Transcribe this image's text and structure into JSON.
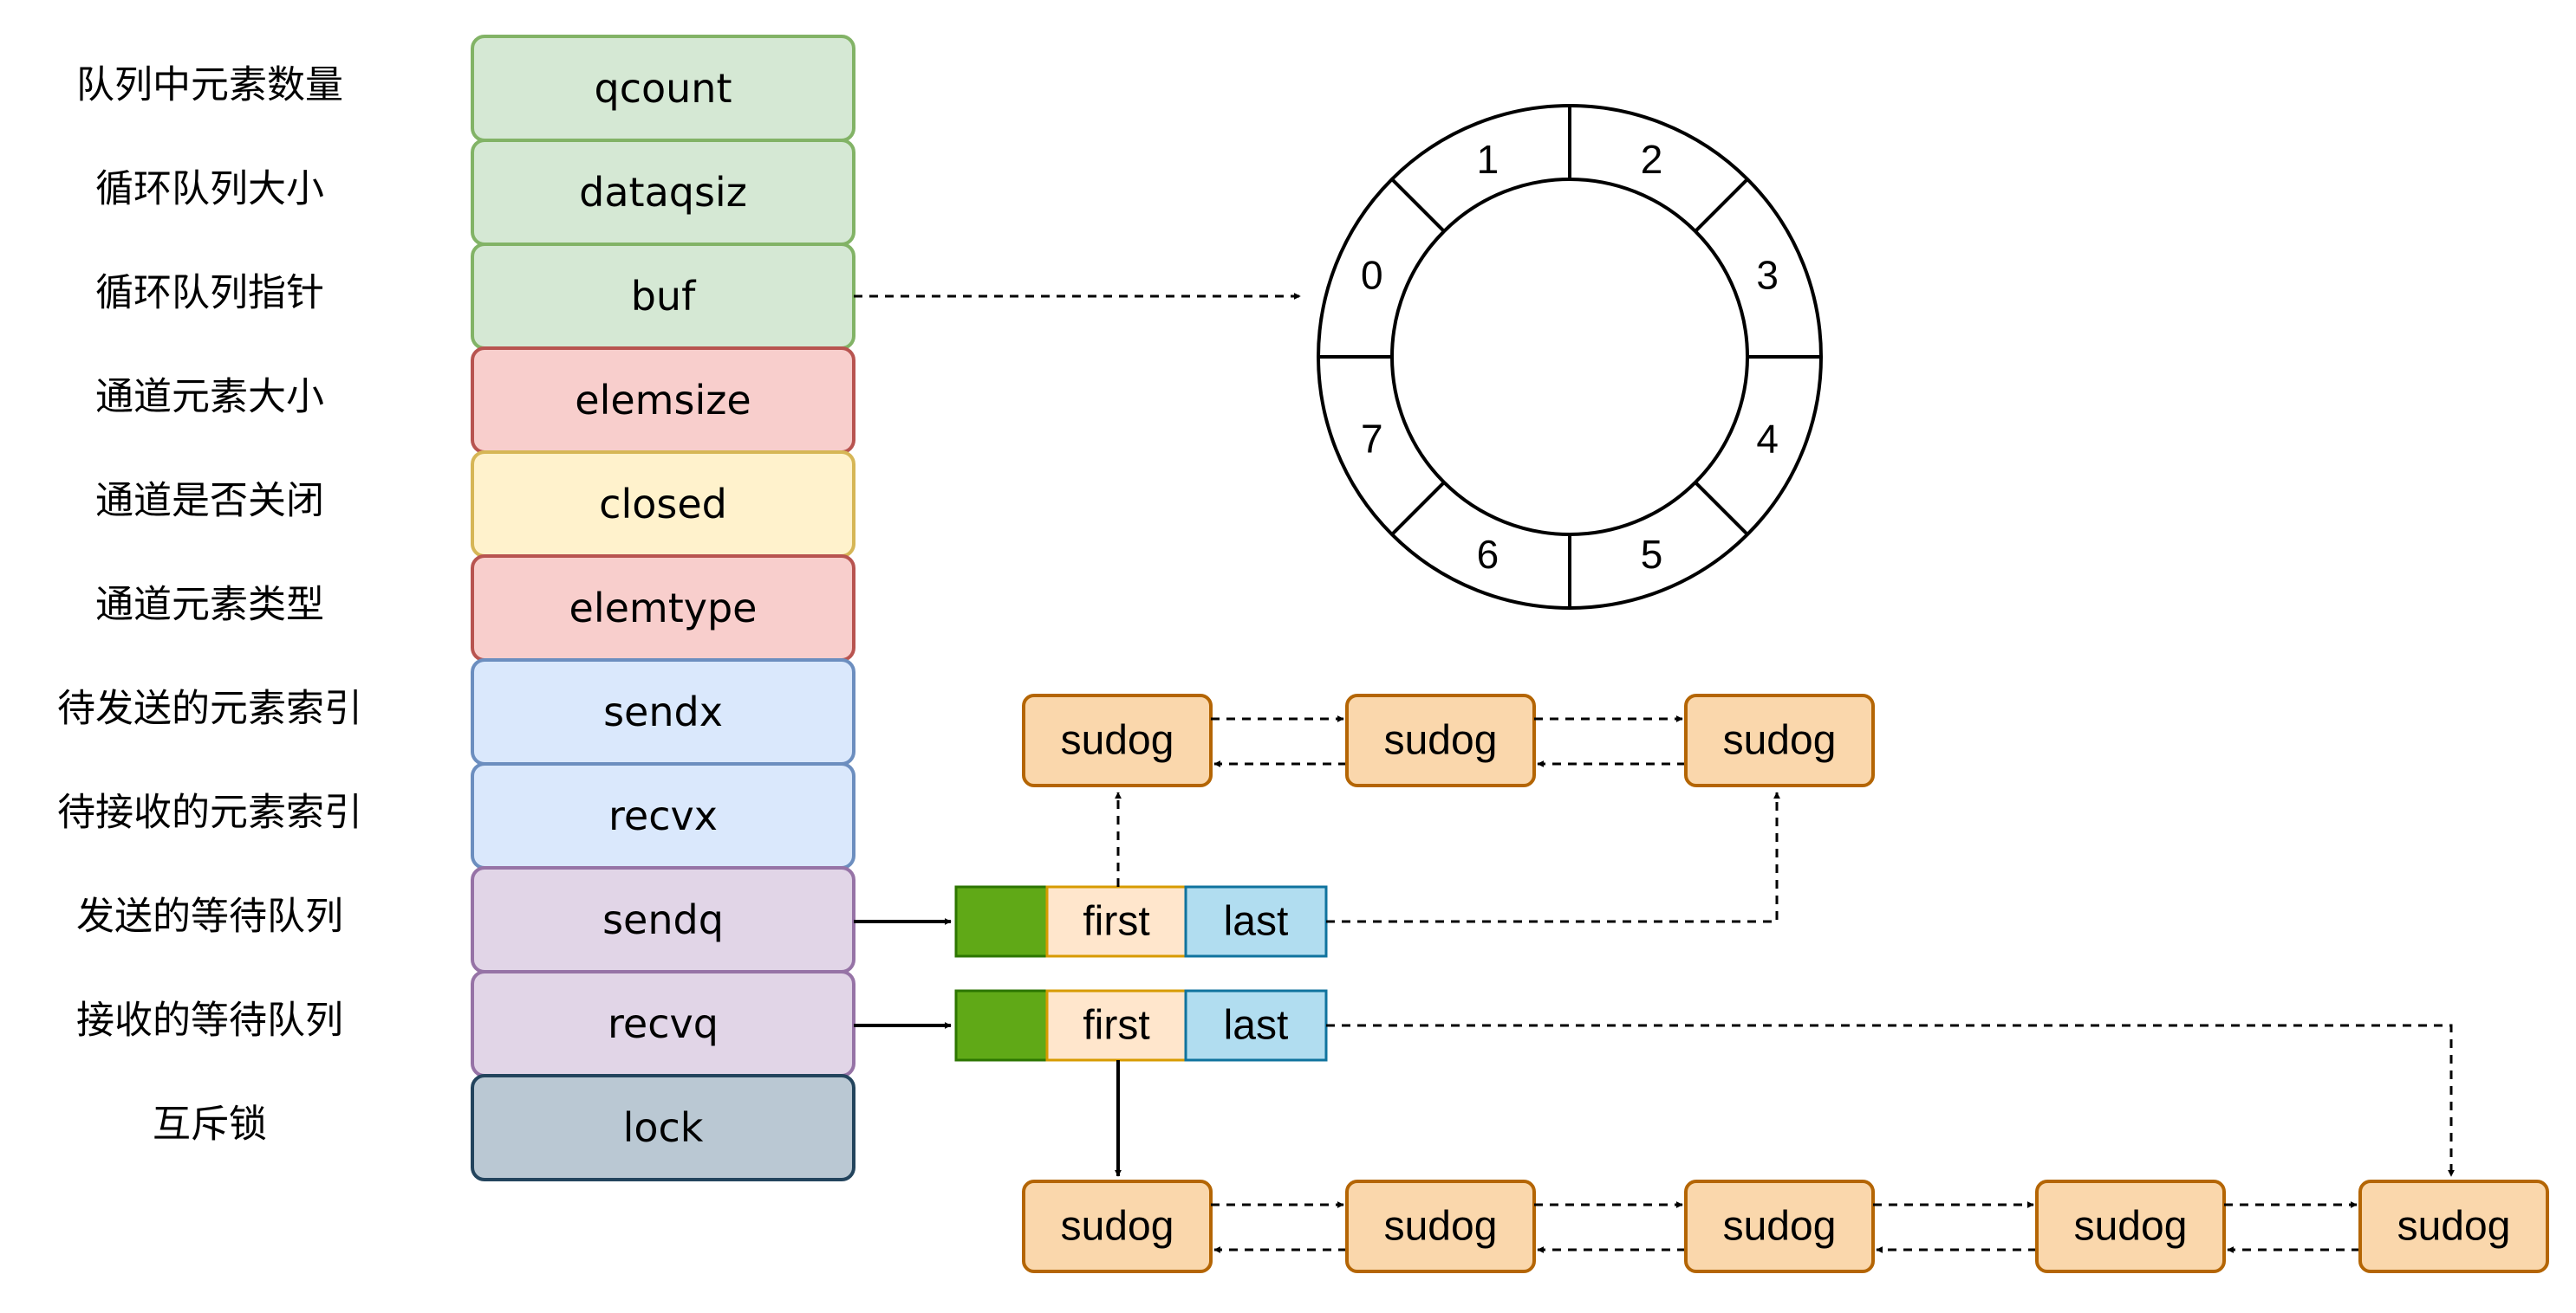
{
  "fields": [
    {
      "label": "队列中元素数量",
      "name": "qcount",
      "fill": "#d5e8d4",
      "stroke": "#82b366"
    },
    {
      "label": "循环队列大小",
      "name": "dataqsiz",
      "fill": "#d5e8d4",
      "stroke": "#82b366"
    },
    {
      "label": "循环队列指针",
      "name": "buf",
      "fill": "#d5e8d4",
      "stroke": "#82b366"
    },
    {
      "label": "通道元素大小",
      "name": "elemsize",
      "fill": "#f8cecc",
      "stroke": "#b85450"
    },
    {
      "label": "通道是否关闭",
      "name": "closed",
      "fill": "#fff2cc",
      "stroke": "#d6b656"
    },
    {
      "label": "通道元素类型",
      "name": "elemtype",
      "fill": "#f8cecc",
      "stroke": "#b85450"
    },
    {
      "label": "待发送的元素索引",
      "name": "sendx",
      "fill": "#dae8fc",
      "stroke": "#6c8ebf"
    },
    {
      "label": "待接收的元素索引",
      "name": "recvx",
      "fill": "#dae8fc",
      "stroke": "#6c8ebf"
    },
    {
      "label": "发送的等待队列",
      "name": "sendq",
      "fill": "#e1d5e7",
      "stroke": "#9673a6"
    },
    {
      "label": "接收的等待队列",
      "name": "recvq",
      "fill": "#e1d5e7",
      "stroke": "#9673a6"
    },
    {
      "label": "互斥锁",
      "name": "lock",
      "fill": "#bac8d3",
      "stroke": "#23445d"
    }
  ],
  "ring_slots": [
    "0",
    "1",
    "2",
    "3",
    "4",
    "5",
    "6",
    "7"
  ],
  "waitq": {
    "first": "first",
    "last": "last"
  },
  "sudog_label": "sudog",
  "send_queue_length": 3,
  "recv_queue_length": 5,
  "colors": {
    "sudog_fill": "#fad7ac",
    "sudog_stroke": "#b46504",
    "waitq_head_fill": "#60a917",
    "waitq_head_stroke": "#2d7600",
    "first_fill": "#ffe6cc",
    "first_stroke": "#d79b00",
    "last_fill": "#b1ddf0",
    "last_stroke": "#10739e"
  }
}
